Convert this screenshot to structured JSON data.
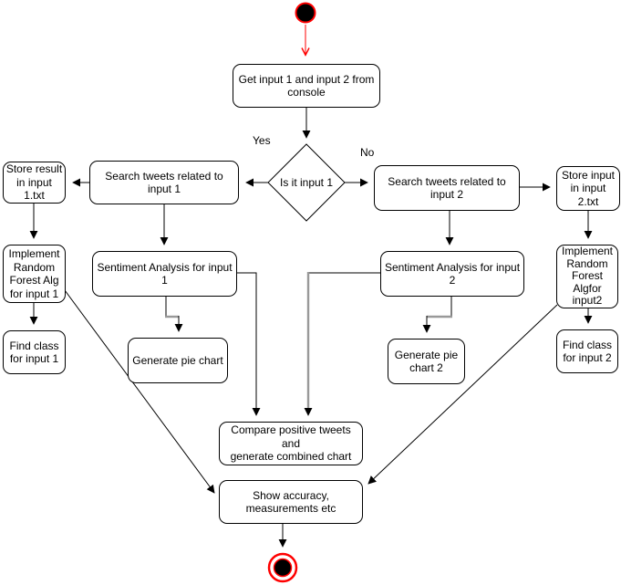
{
  "nodes": {
    "get_input": {
      "label": "Get input 1 and input 2 from\nconsole"
    },
    "decision": {
      "label": "Is it input 1"
    },
    "search1": {
      "label": "Search tweets related to\ninput 1"
    },
    "store1": {
      "label": "Store result\nin input 1.txt"
    },
    "implement1": {
      "label": "Implement\nRandom\nForest Alg\nfor input 1"
    },
    "findclass1": {
      "label": "Find class\nfor input 1"
    },
    "sentiment1": {
      "label": "Sentiment Analysis for input\n1"
    },
    "pie1": {
      "label": "Generate pie chart"
    },
    "search2": {
      "label": "Search tweets related to\ninput 2"
    },
    "store2": {
      "label": "Store input\nin input 2.txt"
    },
    "implement2": {
      "label": "Implement\nRandom\nForest\nAlgfor\ninput2"
    },
    "findclass2": {
      "label": "Find class\nfor input 2"
    },
    "sentiment2": {
      "label": "Sentiment Analysis for input\n2"
    },
    "pie2": {
      "label": "Generate pie\nchart 2"
    },
    "compare": {
      "label": "Compare positive tweets and\ngenerate combined chart"
    },
    "show": {
      "label": "Show accuracy,\nmeasurements etc"
    }
  },
  "edge_labels": {
    "yes": "Yes",
    "no": "No"
  },
  "colors": {
    "edge": "#000000",
    "red": "#ff0000",
    "gray": "#999999",
    "fill": "#ffffff",
    "text": "#000000"
  }
}
